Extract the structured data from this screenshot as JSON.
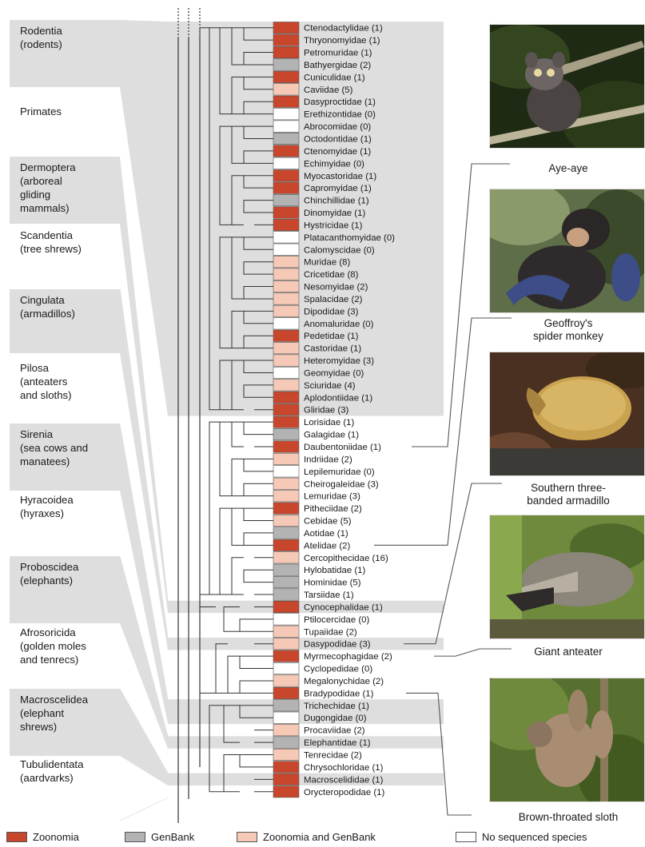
{
  "orders": [
    {
      "name": "Rodentia (rodents)",
      "lines": [
        "Rodentia",
        "(rodents)"
      ]
    },
    {
      "name": "Primates",
      "lines": [
        "Primates"
      ]
    },
    {
      "name": "Dermoptera (arboreal gliding mammals)",
      "lines": [
        "Dermoptera",
        "(arboreal",
        "gliding",
        "mammals)"
      ]
    },
    {
      "name": "Scandentia (tree shrews)",
      "lines": [
        "Scandentia",
        "(tree shrews)"
      ]
    },
    {
      "name": "Cingulata (armadillos)",
      "lines": [
        "Cingulata",
        "(armadillos)"
      ]
    },
    {
      "name": "Pilosa (anteaters and sloths)",
      "lines": [
        "Pilosa",
        "(anteaters",
        "and sloths)"
      ]
    },
    {
      "name": "Sirenia (sea cows and manatees)",
      "lines": [
        "Sirenia",
        "(sea cows and",
        "manatees)"
      ]
    },
    {
      "name": "Hyracoidea (hyraxes)",
      "lines": [
        "Hyracoidea",
        "(hyraxes)"
      ]
    },
    {
      "name": "Proboscidea (elephants)",
      "lines": [
        "Proboscidea",
        "(elephants)"
      ]
    },
    {
      "name": "Afrosoricida (golden moles and tenrecs)",
      "lines": [
        "Afrosoricida",
        "(golden moles",
        "and tenrecs)"
      ]
    },
    {
      "name": "Macroscelidea (elephant shrews)",
      "lines": [
        "Macroscelidea",
        "(elephant",
        "shrews)"
      ]
    },
    {
      "name": "Tubulidentata (aardvarks)",
      "lines": [
        "Tubulidentata",
        "(aardvarks)"
      ]
    }
  ],
  "families": [
    {
      "label": "Ctenodactylidae (1)",
      "status": "zoonomia"
    },
    {
      "label": "Thryonomyidae (1)",
      "status": "zoonomia"
    },
    {
      "label": "Petromuridae (1)",
      "status": "zoonomia"
    },
    {
      "label": "Bathyergidae (2)",
      "status": "genbank"
    },
    {
      "label": "Cuniculidae (1)",
      "status": "zoonomia"
    },
    {
      "label": "Caviidae (5)",
      "status": "both"
    },
    {
      "label": "Dasyproctidae (1)",
      "status": "zoonomia"
    },
    {
      "label": "Erethizontidae (0)",
      "status": "none"
    },
    {
      "label": "Abrocomidae (0)",
      "status": "none"
    },
    {
      "label": "Octodontidae (1)",
      "status": "genbank"
    },
    {
      "label": "Ctenomyidae (1)",
      "status": "zoonomia"
    },
    {
      "label": "Echimyidae (0)",
      "status": "none"
    },
    {
      "label": "Myocastoridae (1)",
      "status": "zoonomia"
    },
    {
      "label": "Capromyidae (1)",
      "status": "zoonomia"
    },
    {
      "label": "Chinchillidae (1)",
      "status": "genbank"
    },
    {
      "label": "Dinomyidae (1)",
      "status": "zoonomia"
    },
    {
      "label": "Hystricidae (1)",
      "status": "zoonomia"
    },
    {
      "label": "Platacanthomyidae (0)",
      "status": "none"
    },
    {
      "label": "Calomyscidae (0)",
      "status": "none"
    },
    {
      "label": "Muridae (8)",
      "status": "both"
    },
    {
      "label": "Cricetidae (8)",
      "status": "both"
    },
    {
      "label": "Nesomyidae (2)",
      "status": "both"
    },
    {
      "label": "Spalacidae (2)",
      "status": "both"
    },
    {
      "label": "Dipodidae (3)",
      "status": "both"
    },
    {
      "label": "Anomaluridae (0)",
      "status": "none"
    },
    {
      "label": "Pedetidae (1)",
      "status": "zoonomia"
    },
    {
      "label": "Castoridae (1)",
      "status": "both"
    },
    {
      "label": "Heteromyidae (3)",
      "status": "both"
    },
    {
      "label": "Geomyidae (0)",
      "status": "none"
    },
    {
      "label": "Sciuridae (4)",
      "status": "both"
    },
    {
      "label": "Aplodontiidae (1)",
      "status": "zoonomia"
    },
    {
      "label": "Gliridae (3)",
      "status": "zoonomia"
    },
    {
      "label": "Lorisidae (1)",
      "status": "zoonomia"
    },
    {
      "label": "Galagidae (1)",
      "status": "genbank"
    },
    {
      "label": "Daubentoniidae (1)",
      "status": "zoonomia"
    },
    {
      "label": "Indriidae (2)",
      "status": "both"
    },
    {
      "label": "Lepilemuridae (0)",
      "status": "none"
    },
    {
      "label": "Cheirogaleidae (3)",
      "status": "both"
    },
    {
      "label": "Lemuridae (3)",
      "status": "both"
    },
    {
      "label": "Pitheciidae (2)",
      "status": "zoonomia"
    },
    {
      "label": "Cebidae (5)",
      "status": "both"
    },
    {
      "label": "Aotidae (1)",
      "status": "genbank"
    },
    {
      "label": "Atelidae (2)",
      "status": "zoonomia"
    },
    {
      "label": "Cercopithecidae (16)",
      "status": "both"
    },
    {
      "label": "Hylobatidae (1)",
      "status": "genbank"
    },
    {
      "label": "Hominidae (5)",
      "status": "genbank"
    },
    {
      "label": "Tarsiidae (1)",
      "status": "genbank"
    },
    {
      "label": "Cynocephalidae (1)",
      "status": "zoonomia"
    },
    {
      "label": "Ptilocercidae (0)",
      "status": "none"
    },
    {
      "label": "Tupaiidae (2)",
      "status": "both"
    },
    {
      "label": "Dasypodidae (3)",
      "status": "both"
    },
    {
      "label": "Myrmecophagidae (2)",
      "status": "zoonomia"
    },
    {
      "label": "Cyclopedidae (0)",
      "status": "none"
    },
    {
      "label": "Megalonychidae (2)",
      "status": "both"
    },
    {
      "label": "Bradypodidae (1)",
      "status": "zoonomia"
    },
    {
      "label": "Trichechidae (1)",
      "status": "genbank"
    },
    {
      "label": "Dugongidae (0)",
      "status": "none"
    },
    {
      "label": "Procaviidae (2)",
      "status": "both"
    },
    {
      "label": "Elephantidae (1)",
      "status": "genbank"
    },
    {
      "label": "Tenrecidae (2)",
      "status": "both"
    },
    {
      "label": "Chrysochloridae (1)",
      "status": "zoonomia"
    },
    {
      "label": "Macroscelididae (1)",
      "status": "zoonomia"
    },
    {
      "label": "Orycteropodidae (1)",
      "status": "zoonomia"
    }
  ],
  "photos": [
    {
      "caption": "Aye-aye",
      "icon": "aye-aye-photo"
    },
    {
      "caption": "Geoffroy's spider monkey",
      "caption_lines": [
        "Geoffroy's",
        "spider monkey"
      ],
      "icon": "spider-monkey-photo"
    },
    {
      "caption": "Southern three-banded armadillo",
      "caption_lines": [
        "Southern three-",
        "banded armadillo"
      ],
      "icon": "armadillo-photo"
    },
    {
      "caption": "Giant anteater",
      "icon": "anteater-photo"
    },
    {
      "caption": "Brown-throated sloth",
      "icon": "sloth-photo"
    }
  ],
  "legend": [
    {
      "key": "zoonomia",
      "label": "Zoonomia",
      "color": "#c8462c"
    },
    {
      "key": "genbank",
      "label": "GenBank",
      "color": "#b3b3b3"
    },
    {
      "key": "both",
      "label": "Zoonomia and GenBank",
      "color": "#f6c9b6"
    },
    {
      "key": "none",
      "label": "No sequenced species",
      "color": "#ffffff"
    }
  ],
  "colors": {
    "band": "#dedede",
    "line": "#333333",
    "connector": "#555555"
  }
}
